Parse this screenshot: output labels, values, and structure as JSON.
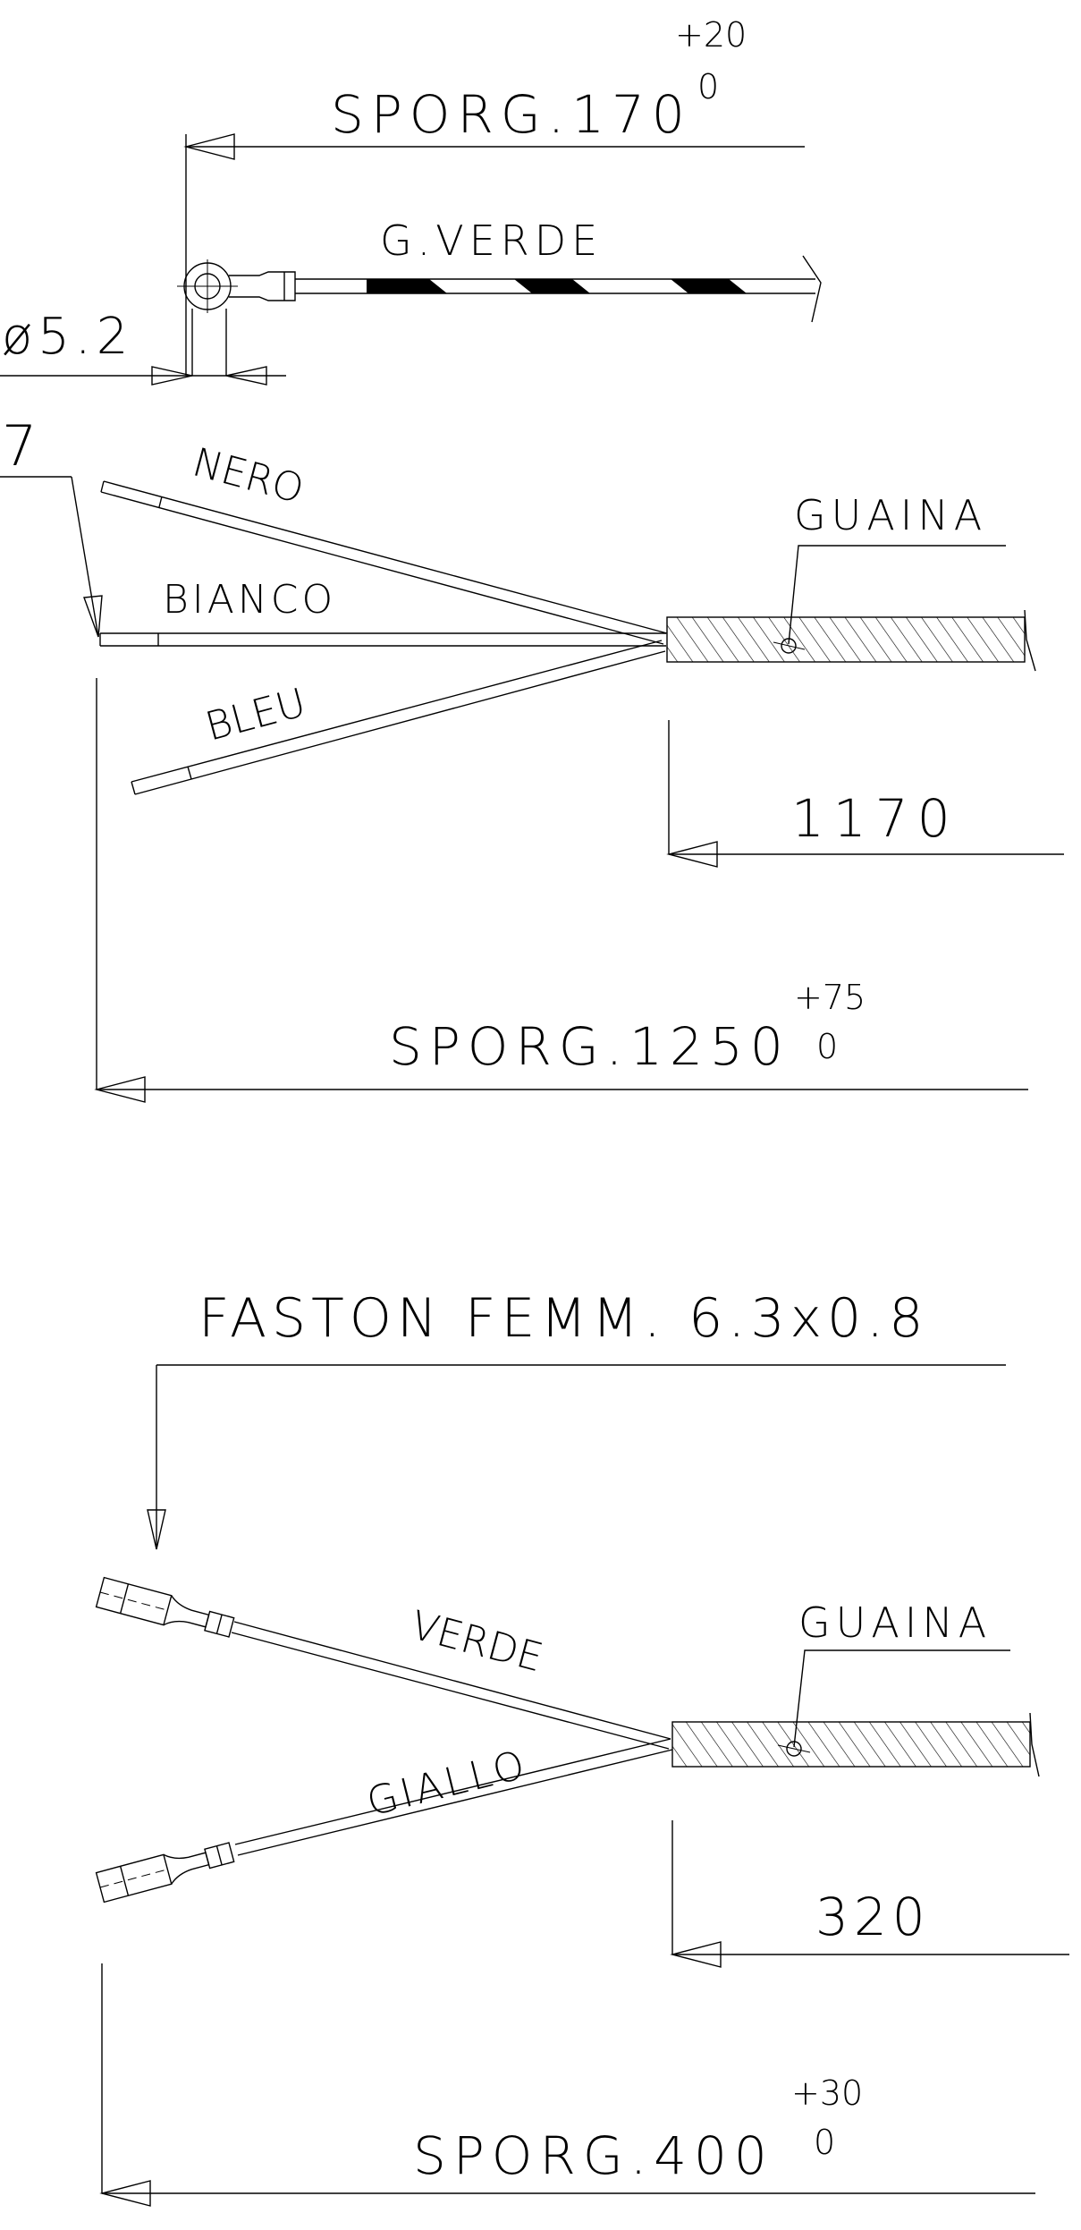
{
  "top": {
    "sporg_label": "SPORG.170",
    "sporg_tol_plus": "+20",
    "sporg_tol_zero": "0",
    "ground_wire_label": "G.VERDE",
    "diameter_label": "ø5.2"
  },
  "middle": {
    "corner_label": "7",
    "wires": [
      "NERO",
      "BIANCO",
      "BLEU"
    ],
    "sheath_label": "GUAINA",
    "dim_1170": "1170",
    "sporg_label": "SPORG.1250",
    "sporg_tol_plus": "+75",
    "sporg_tol_zero": "0"
  },
  "bottom": {
    "faston_label": "FASTON FEMM. 6.3x0.8",
    "wires": [
      "VERDE",
      "GIALLO"
    ],
    "sheath_label": "GUAINA",
    "dim_320": "320",
    "sporg_label": "SPORG.400",
    "sporg_tol_plus": "+30",
    "sporg_tol_zero": "0"
  }
}
